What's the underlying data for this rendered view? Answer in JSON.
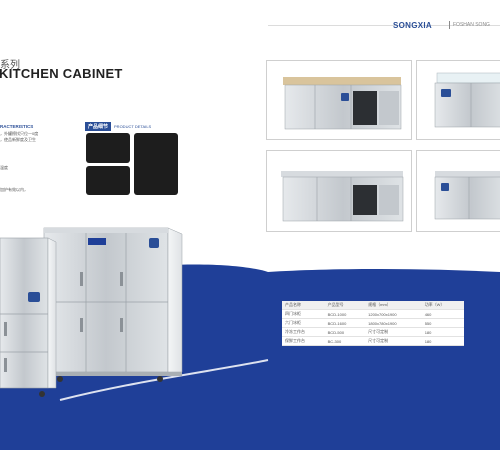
{
  "header": {
    "brand": "SONGXIA",
    "brand_sub": "FOSHAN SONG"
  },
  "title": {
    "series_cn": "系列",
    "name_en": "KITCHEN CABINET"
  },
  "characteristics_label": "RACTERISTICS",
  "detail_label": {
    "cn": "产品细节",
    "en": "PRODUCT DETAILS"
  },
  "features": [
    "，外罐擦拭只位一0度",
    "，使品新鲜度及卫生",
    "",
    "",
    "",
    "",
    "温度",
    "",
    "",
    "",
    "加护有效以内，",
    "",
    ""
  ],
  "spec_table": {
    "headers": [
      "产品名称",
      "产品型号",
      "规格（mm）",
      "功率（W）"
    ],
    "rows": [
      [
        "四门冰柜",
        "BCD-1000",
        "1200x700x1900",
        "460"
      ],
      [
        "六门冰柜",
        "BCD-1600",
        "1800x780x1900",
        "550"
      ],
      [
        "冷冻工作台",
        "BCD-500",
        "尺寸可定制",
        "180"
      ],
      [
        "保鲜工作台",
        "BC-300",
        "尺寸可定制",
        "180"
      ]
    ]
  },
  "colors": {
    "brand_blue": "#1f3f98",
    "tile_dark": "#1d1d1d",
    "steel": "#c9ced3"
  }
}
